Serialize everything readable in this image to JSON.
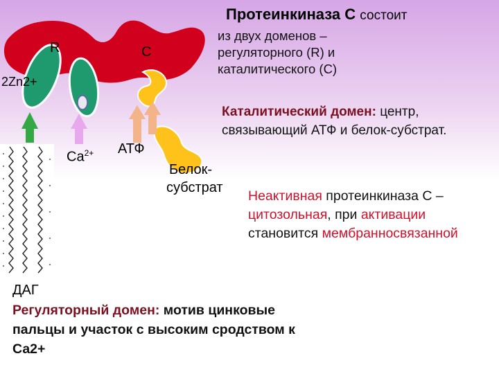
{
  "title": {
    "bold": "Протеинкиназа С",
    "rest": "состоит"
  },
  "description": "из двух доменов –\nрегуляторного (R) и\nкаталитического (С)",
  "labels": {
    "r": "R",
    "c": "С",
    "zn": "2Zn2+",
    "ca": "Ca",
    "ca_sup": "2+",
    "atp": "АТФ",
    "substrate_line1": "Белок-",
    "substrate_line2": "субстрат",
    "dag": "ДАГ"
  },
  "catalytic": {
    "head": "Каталитический домен:",
    "body": " центр, связывающий АТФ и белок-субстрат."
  },
  "inactive": {
    "p1": "Неактивная",
    "p2": " протеинкиназа С – ",
    "p3": "цитозольная",
    "p4": ", при ",
    "p5": "активации",
    "p6": " становится ",
    "p7": "мембранносвязанной"
  },
  "regulatory": {
    "head": "Регуляторный домен:",
    "body": " мотив цинковые пальцы и участок с высоким сродством к Са2+"
  },
  "colors": {
    "membrane_red": "#d1001c",
    "domain_green": "#1f9a6e",
    "atp_orange": "#ffc21a",
    "arrow_green": "#35a846",
    "arrow_pink": "#e8a8ee",
    "arrow_peach": "#f2b488"
  }
}
